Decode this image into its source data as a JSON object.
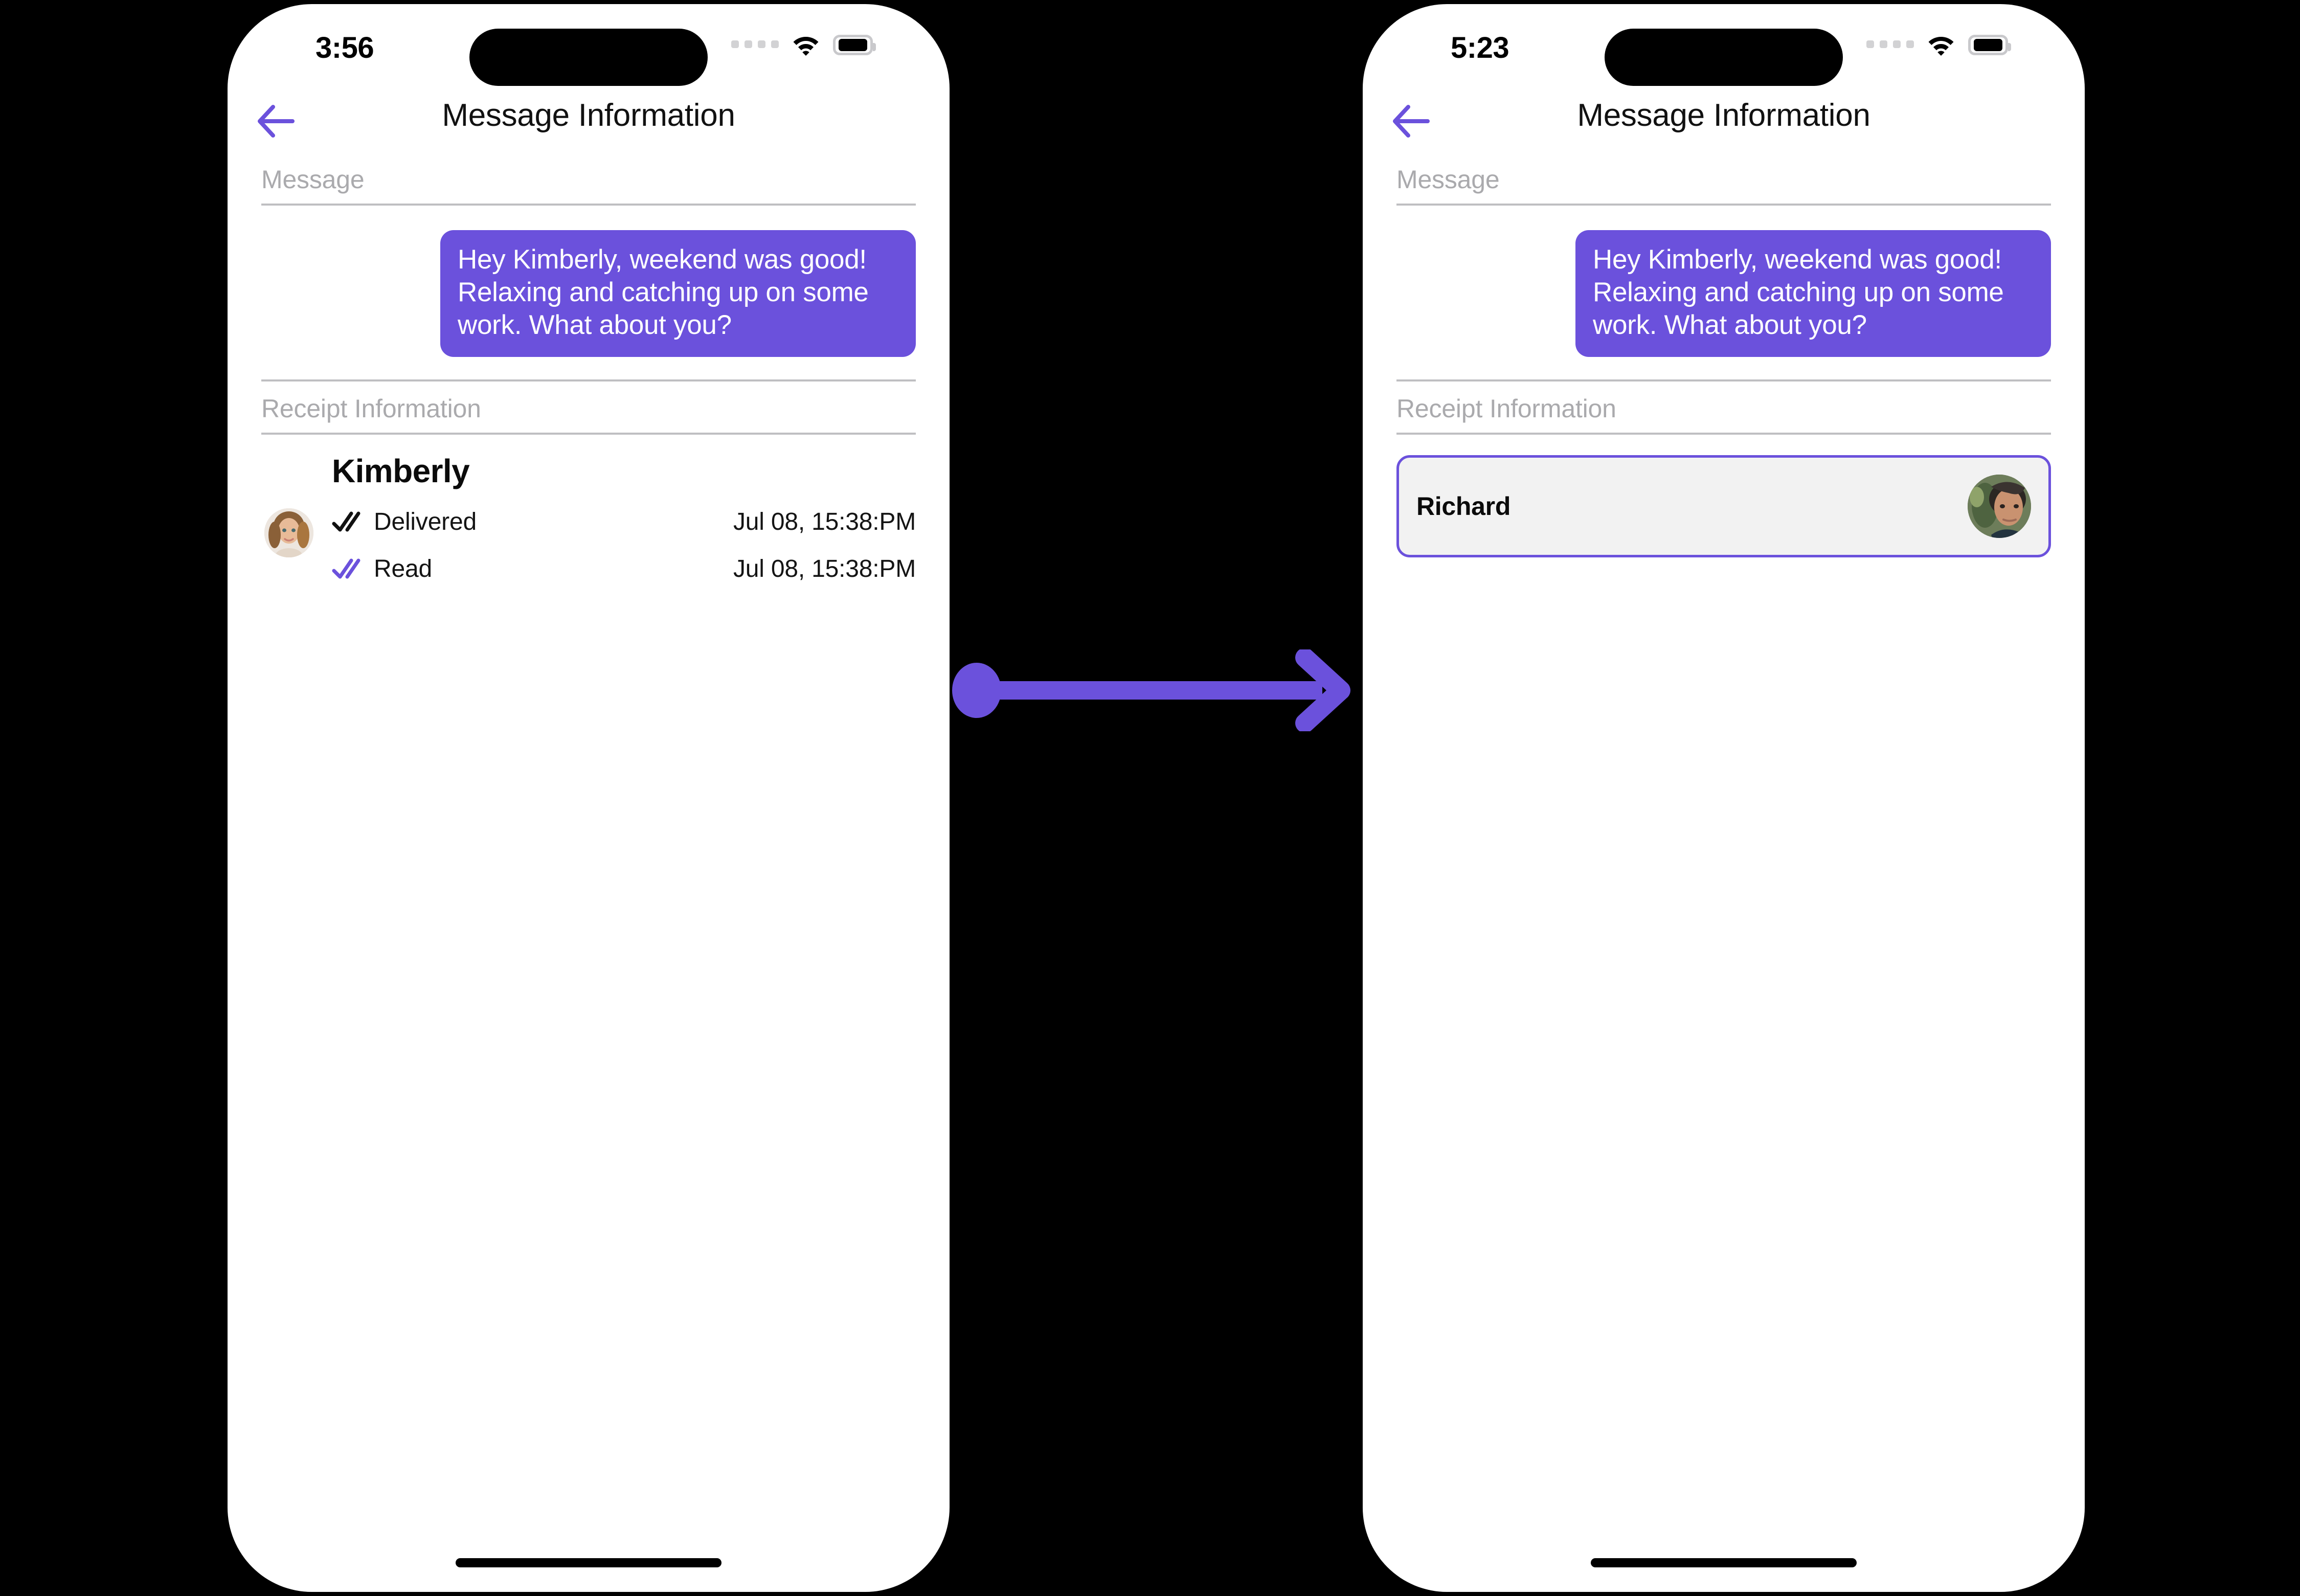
{
  "accent": "#6B51DC",
  "background": "#000000",
  "phones": [
    {
      "id": "left",
      "statusbar": {
        "time": "3:56",
        "signal_icon": "signal-dots-icon",
        "wifi_icon": "wifi-icon",
        "battery_icon": "battery-icon"
      },
      "nav": {
        "back_icon": "back-arrow-icon",
        "title": "Message Information"
      },
      "sections": {
        "message_label": "Message",
        "receipt_label": "Receipt Information"
      },
      "message": {
        "text": "Hey Kimberly, weekend was good!  Relaxing and catching up on some work. What about you?",
        "bubble_color": "#6B51DC",
        "text_color": "#FFFFFF"
      },
      "receipt": {
        "name": "Kimberly",
        "avatar_icon": "avatar-kimberly-icon",
        "rows": [
          {
            "status": "Delivered",
            "time": "Jul 08, 15:38:PM",
            "check_icon": "double-check-icon",
            "check_color": "#111111"
          },
          {
            "status": "Read",
            "time": "Jul 08, 15:38:PM",
            "check_icon": "double-check-icon",
            "check_color": "#6B51DC"
          }
        ]
      },
      "home_indicator": "home-indicator"
    },
    {
      "id": "right",
      "statusbar": {
        "time": "5:23",
        "signal_icon": "signal-dots-icon",
        "wifi_icon": "wifi-icon",
        "battery_icon": "battery-icon"
      },
      "nav": {
        "back_icon": "back-arrow-icon",
        "title": "Message Information"
      },
      "sections": {
        "message_label": "Message",
        "receipt_label": "Receipt Information"
      },
      "message": {
        "text": "Hey Kimberly, weekend was good!  Relaxing and catching up on some work. What about you?",
        "bubble_color": "#6B51DC",
        "text_color": "#FFFFFF"
      },
      "contact_card": {
        "name": "Richard",
        "avatar_icon": "avatar-richard-icon",
        "border_color": "#6B51DC",
        "background_color": "#F2F2F2"
      },
      "home_indicator": "home-indicator"
    }
  ],
  "connector": {
    "icon": "arrow-right-icon",
    "color": "#6B51DC"
  }
}
